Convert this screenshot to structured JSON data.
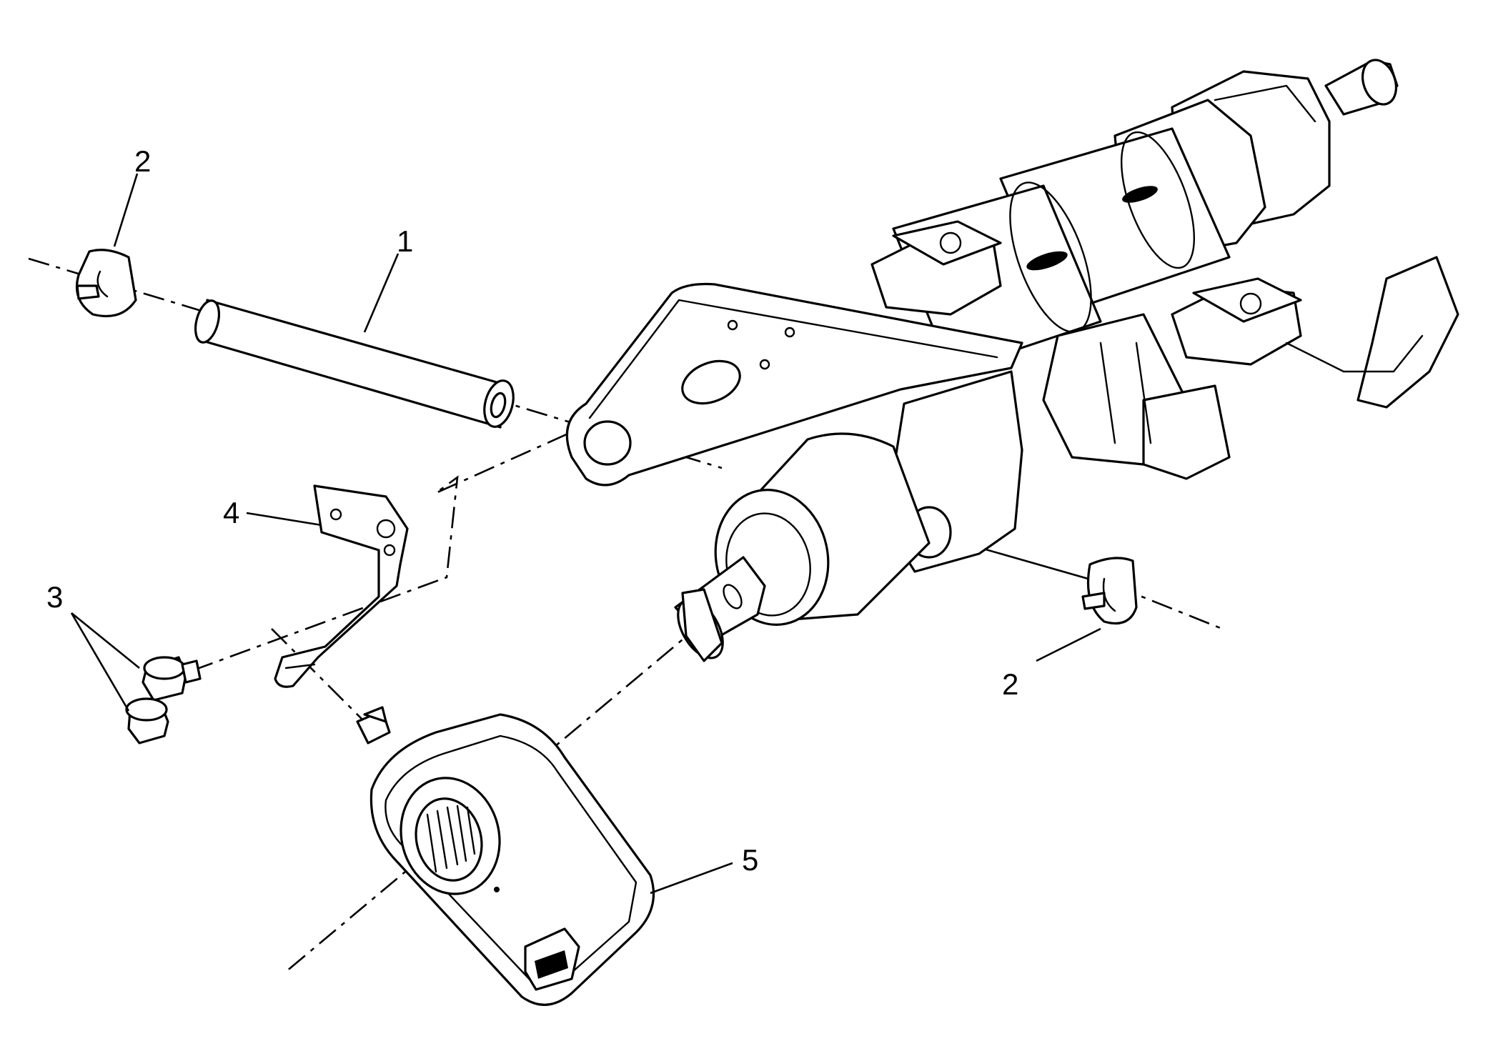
{
  "callouts": [
    {
      "id": "1",
      "label": "1"
    },
    {
      "id": "2-left",
      "label": "2"
    },
    {
      "id": "2-right",
      "label": "2"
    },
    {
      "id": "3",
      "label": "3"
    },
    {
      "id": "4",
      "label": "4"
    },
    {
      "id": "5",
      "label": "5"
    }
  ],
  "colors": {
    "line": "#000000",
    "background": "#ffffff"
  }
}
